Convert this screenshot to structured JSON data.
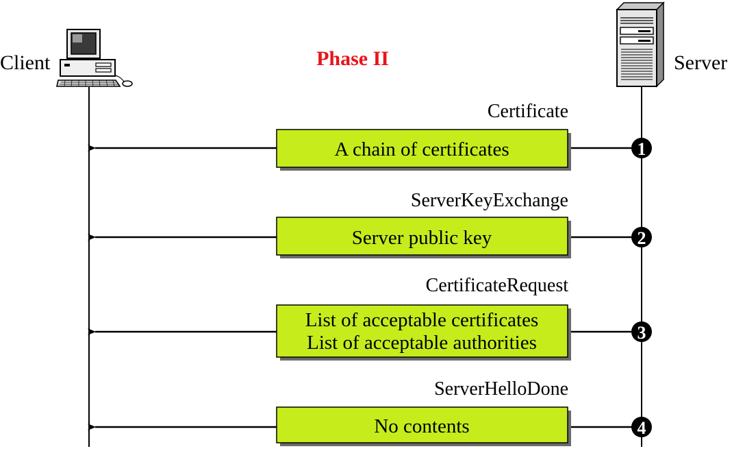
{
  "title": "Phase II",
  "colors": {
    "title": "#e8141b",
    "box_fill": "#c6ec1c",
    "box_shadow": "#6b6b6b",
    "line": "#000000"
  },
  "client": {
    "label": "Client",
    "icon": "desktop-computer-icon"
  },
  "server": {
    "label": "Server",
    "icon": "server-tower-icon"
  },
  "messages": [
    {
      "name": "Certificate",
      "number": "1",
      "lines": [
        "A chain of certificates"
      ]
    },
    {
      "name": "ServerKeyExchange",
      "number": "2",
      "lines": [
        "Server public key"
      ]
    },
    {
      "name": "CertificateRequest",
      "number": "3",
      "lines": [
        "List of acceptable certificates",
        "List of acceptable authorities"
      ]
    },
    {
      "name": "ServerHelloDone",
      "number": "4",
      "lines": [
        "No contents"
      ]
    }
  ]
}
